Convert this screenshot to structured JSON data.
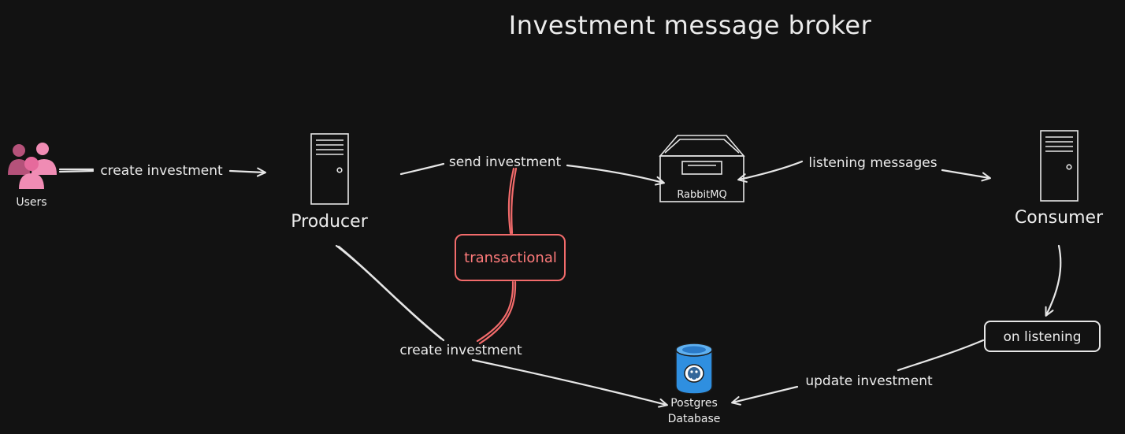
{
  "title": "Investment message broker",
  "nodes": {
    "users": "Users",
    "producer": "Producer",
    "rabbitmq": "RabbitMQ",
    "consumer": "Consumer",
    "database_line1": "Postgres",
    "database_line2": "Database",
    "transactional": "transactional",
    "on_listening": "on listening"
  },
  "edges": {
    "users_to_producer": "create investment",
    "producer_to_rabbitmq": "send investment",
    "rabbitmq_consumer": "listening messages",
    "producer_to_database": "create investment",
    "consumer_to_database": "update investment"
  },
  "colors": {
    "background": "#121212",
    "stroke": "#e6e6e6",
    "transactional": "#f26b6b",
    "users_dark": "#b5527a",
    "users_light": "#f08cb4",
    "database_blue": "#2f8fe0"
  }
}
